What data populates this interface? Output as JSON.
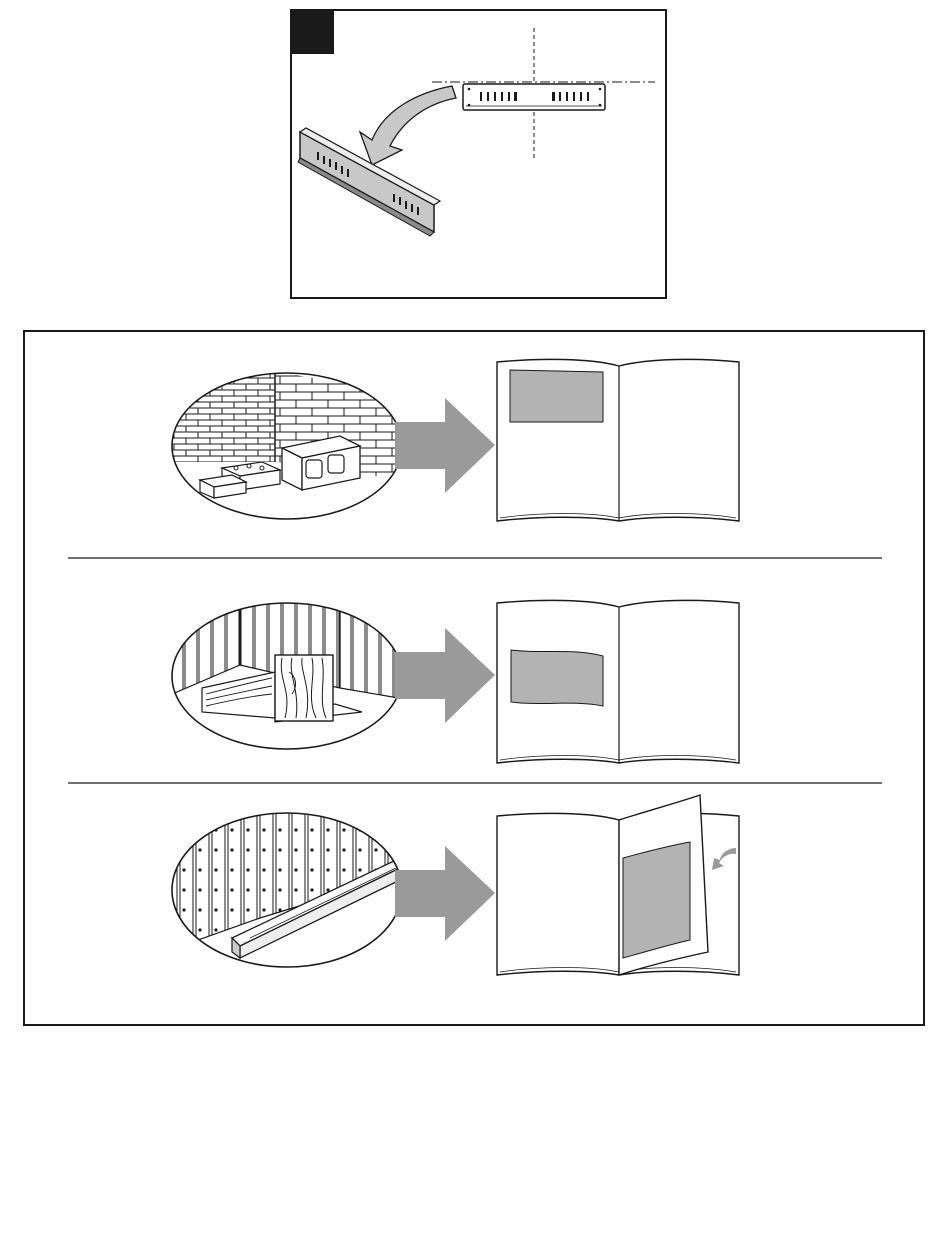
{
  "colors": {
    "ink": "#1a1a1a",
    "fill_gray": "#b3b3b3",
    "arrow_gray": "#9a9a9a",
    "paper": "#ffffff"
  },
  "step_panel": {
    "step_badge": {
      "text": "",
      "color": "#1a1a1a"
    },
    "bracket_flat": {
      "icon": "mounting-plate-icon"
    },
    "bracket_angled": {
      "icon": "mounting-plate-icon"
    },
    "rotate_arrow": {
      "icon": "curved-arrow-icon"
    },
    "center_guides": {
      "style": "dash-dot"
    }
  },
  "wall_types_panel": {
    "rows": [
      {
        "wall": "masonry",
        "wall_icon": "brick-concrete-wall-icon",
        "arrow_icon": "right-arrow-icon",
        "manual_icon": "open-manual-icon",
        "manual_highlight": "top-left-of-left-page"
      },
      {
        "wall": "solid-wood",
        "wall_icon": "wood-wall-icon",
        "arrow_icon": "right-arrow-icon",
        "manual_icon": "open-manual-icon",
        "manual_highlight": "middle-of-left-page"
      },
      {
        "wall": "metal-stud",
        "wall_icon": "metal-stud-wall-icon",
        "arrow_icon": "right-arrow-icon",
        "manual_icon": "open-manual-icon",
        "manual_highlight": "turned-page",
        "page_turn_icon": "page-turn-arrow-icon"
      }
    ]
  }
}
